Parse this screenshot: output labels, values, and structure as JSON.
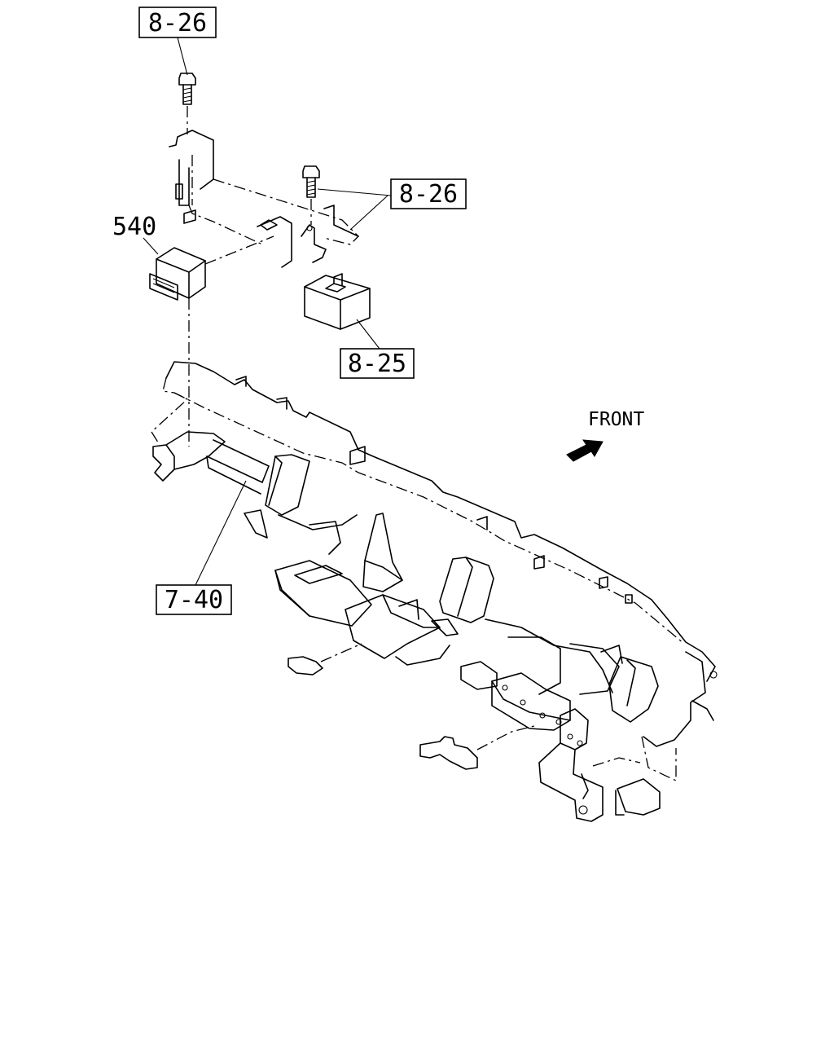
{
  "callouts": {
    "bolt_top": "8-26",
    "bolt_right": "8-26",
    "relay": "8-25",
    "crossmember": "7-40",
    "control_unit": "540"
  },
  "direction": {
    "label": "FRONT"
  },
  "icons": {
    "direction_arrow": "arrow-up-right-icon",
    "bolt": "bolt-icon"
  }
}
